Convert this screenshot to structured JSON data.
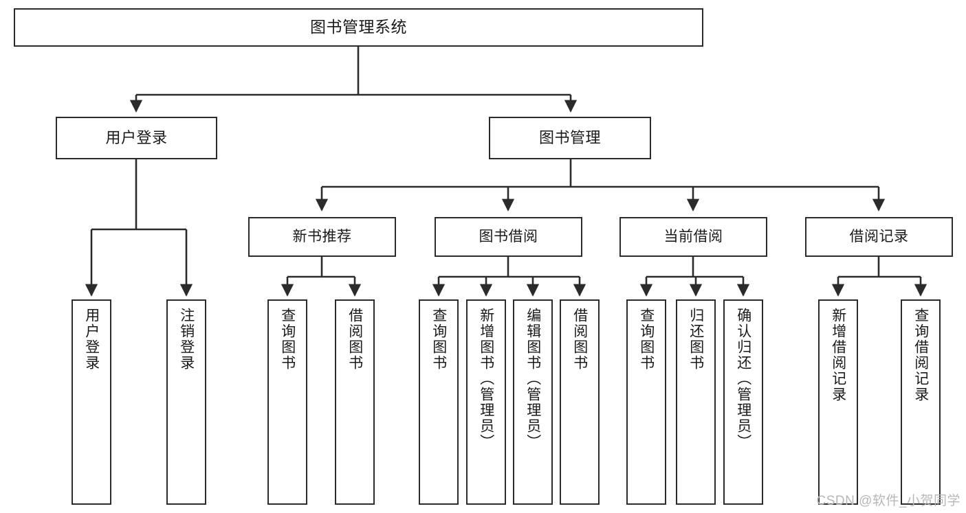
{
  "diagram": {
    "type": "tree-hierarchy",
    "title": "图书管理系统",
    "watermark": "CSDN @软件_小贺同学",
    "colors": {
      "box_border": "#2b2b2b",
      "box_fill": "#ffffff",
      "edge": "#2b2b2b",
      "text": "#1a1a1a",
      "watermark": "#b7b7b7",
      "background": "#ffffff"
    },
    "root": {
      "label": "图书管理系统"
    },
    "level2": [
      {
        "label": "用户登录"
      },
      {
        "label": "图书管理"
      }
    ],
    "level3": [
      {
        "label": "新书推荐"
      },
      {
        "label": "图书借阅"
      },
      {
        "label": "当前借阅"
      },
      {
        "label": "借阅记录"
      }
    ],
    "leaves": {
      "user_login": [
        {
          "label": "用户登录"
        },
        {
          "label": "注销登录"
        }
      ],
      "new_book_recommend": [
        {
          "label": "查询图书"
        },
        {
          "label": "借阅图书"
        }
      ],
      "book_borrow": [
        {
          "label": "查询图书"
        },
        {
          "label": "新增图书（管理员）"
        },
        {
          "label": "编辑图书（管理员）"
        },
        {
          "label": "借阅图书"
        }
      ],
      "current_borrow": [
        {
          "label": "查询图书"
        },
        {
          "label": "归还图书"
        },
        {
          "label": "确认归还（管理员）"
        }
      ],
      "borrow_record": [
        {
          "label": "新增借阅记录"
        },
        {
          "label": "查询借阅记录"
        }
      ]
    }
  }
}
